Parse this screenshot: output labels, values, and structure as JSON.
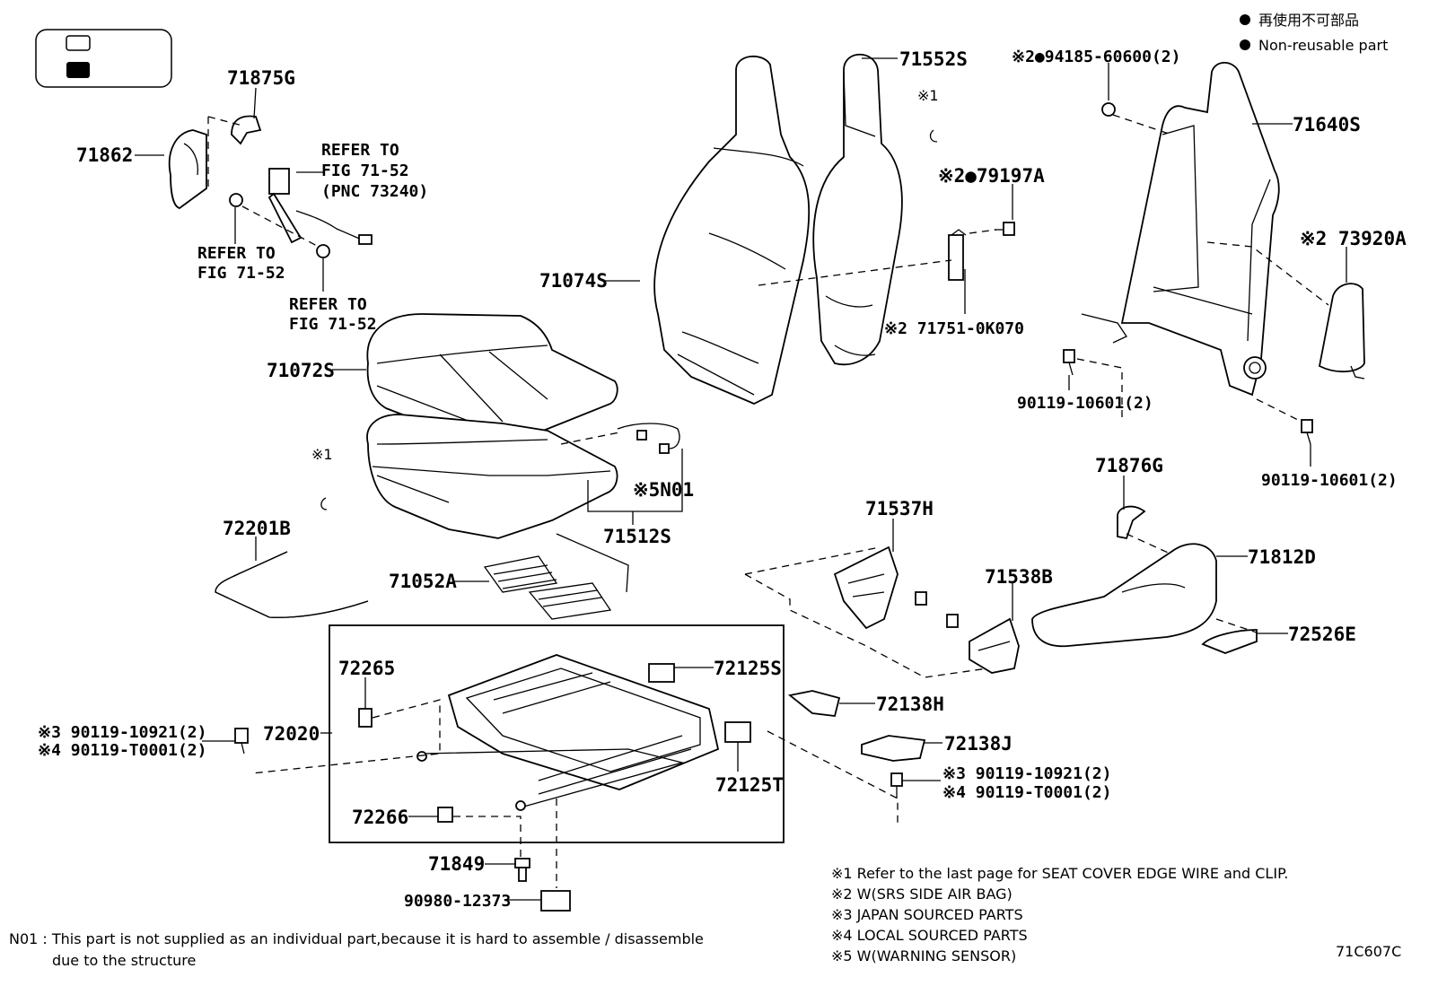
{
  "legend": {
    "reuse_jp": "再使用不可部品",
    "reuse_en": "Non-reusable part"
  },
  "labels": {
    "p71875G": "71875G",
    "p71862": "71862",
    "refer1_line1": "REFER TO",
    "refer1_line2": "FIG 71-52",
    "refer1_line3": "(PNC 73240)",
    "refer2_line1": "REFER TO",
    "refer2_line2": "FIG 71-52",
    "refer3_line1": "REFER TO",
    "refer3_line2": "FIG 71-52",
    "p71552S": "71552S",
    "p71074S": "71074S",
    "p71072S": "71072S",
    "p71512S": "71512S",
    "n01": "※5N01",
    "p72201B": "72201B",
    "p71052A": "71052A",
    "ast1_top": "※1",
    "ast1_mid": "※1",
    "p79197A": "※2●79197A",
    "p71751": "※2 71751-0K070",
    "p94185": "※2●94185-60600(2)",
    "p71640S": "71640S",
    "p73920A": "※2 73920A",
    "p90119a": "90119-10601(2)",
    "p90119b": "90119-10601(2)",
    "p71876G": "71876G",
    "p71812D": "71812D",
    "p72526E": "72526E",
    "p71537H": "71537H",
    "p71538B": "71538B",
    "p72265": "72265",
    "p72125S": "72125S",
    "p72138H": "72138H",
    "p72138J": "72138J",
    "p72020": "72020",
    "p72125T": "72125T",
    "p72266": "72266",
    "p71849": "71849",
    "p90980": "90980-12373",
    "left_bolt1": "※3 90119-10921(2)",
    "left_bolt2": "※4 90119-T0001(2)",
    "right_bolt1": "※3 90119-10921(2)",
    "right_bolt2": "※4 90119-T0001(2)"
  },
  "notes": [
    "※1  Refer to the last page for SEAT COVER EDGE WIRE and CLIP.",
    "※2  W(SRS SIDE AIR BAG)",
    "※3  JAPAN SOURCED PARTS",
    "※4  LOCAL SOURCED PARTS",
    "※5  W(WARNING SENSOR)"
  ],
  "footnote": {
    "line1": "N01 : This part is not supplied as an individual part,because it is hard to assemble / disassemble",
    "line2": "due to the structure"
  },
  "figure_code": "71C607C"
}
